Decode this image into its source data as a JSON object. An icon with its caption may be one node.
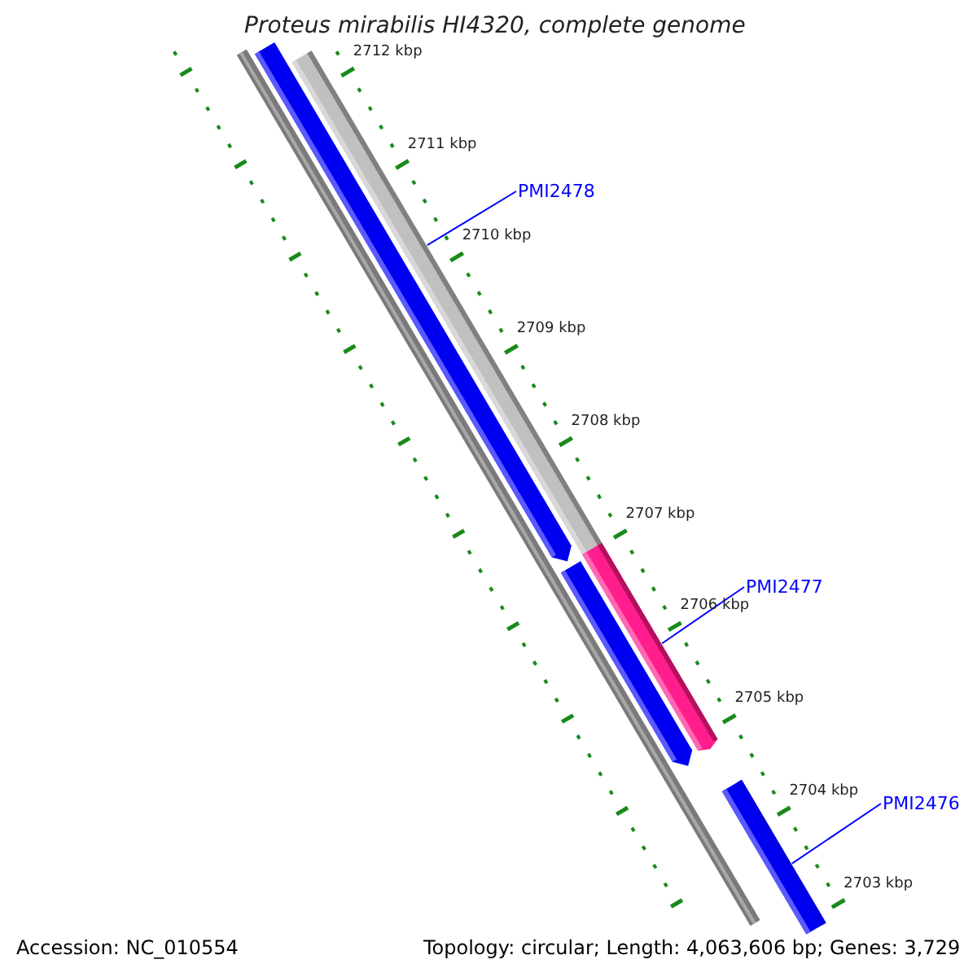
{
  "diagram": {
    "title": "Proteus mirabilis HI4320, complete genome",
    "nodes": [
      {
        "text": [
          "PMI2478"
        ]
      },
      {
        "text": [],
        "shape": "bar"
      },
      {
        "text": [
          "PMI2477"
        ]
      },
      {
        "text": [],
        "shape": "bar"
      },
      {
        "text": [
          "PMI2476"
        ]
      },
      {
        "text": [],
        "shape": "bar"
      },
      {
        "text": [],
        "shape": "bar"
      },
      {
        "text": [],
        "shape": "bar"
      }
    ],
    "edges": [
      {
        "from": 0,
        "to": 1,
        "arrow": "none"
      },
      {
        "from": 2,
        "to": 3,
        "arrow": "none"
      },
      {
        "from": 4,
        "to": 5,
        "arrow": "none"
      }
    ],
    "labels": [
      "2712 kbp",
      "2711 kbp",
      "2710 kbp",
      "2709 kbp",
      "2708 kbp",
      "2707 kbp",
      "2706 kbp",
      "2705 kbp",
      "2704 kbp",
      "2703 kbp",
      "Accession: NC_010554",
      "Topology: circular; Length: 4,063,606 bp; Genes: 3,729"
    ]
  }
}
